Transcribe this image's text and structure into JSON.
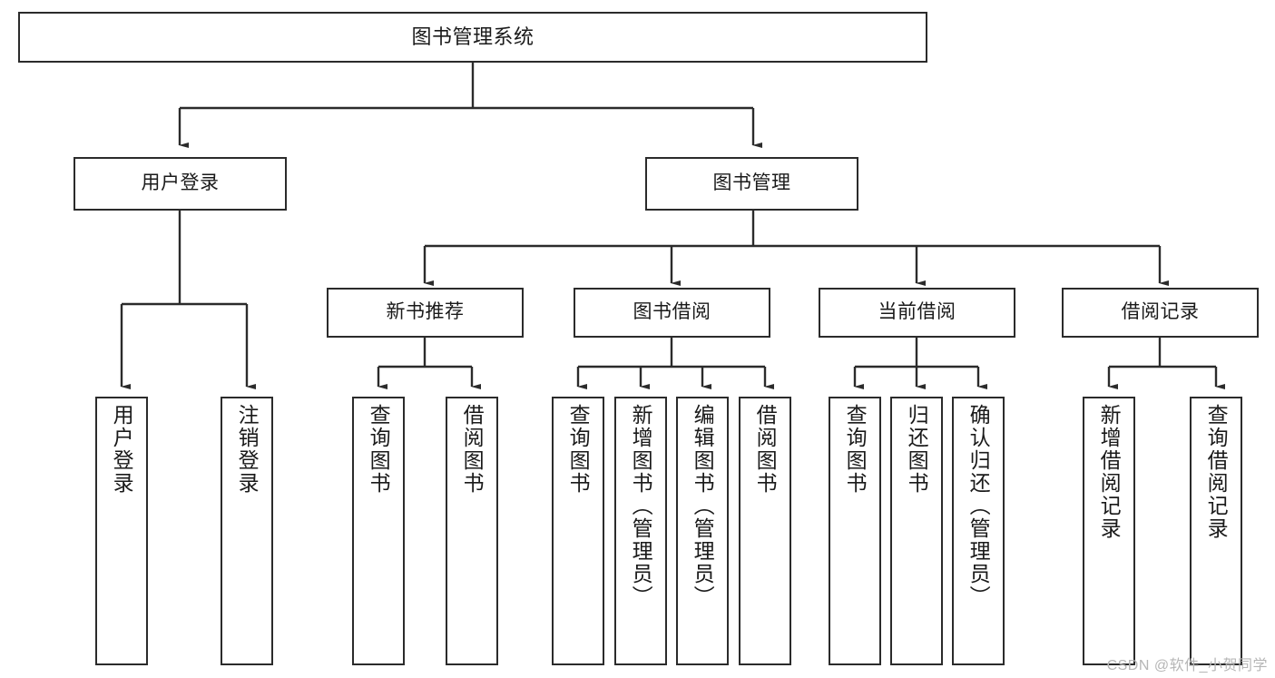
{
  "diagram": {
    "title": "图书管理系统",
    "watermark": "CSDN @软件_小贺同学",
    "colors": {
      "background": "#ffffff",
      "stroke": "#2b2b2b",
      "text": "#1a1a1a",
      "watermark": "#b6b6b6"
    },
    "levels": {
      "root": {
        "label": "图书管理系统"
      },
      "level2": [
        {
          "label": "用户登录"
        },
        {
          "label": "图书管理"
        }
      ],
      "level3": [
        {
          "label": "新书推荐"
        },
        {
          "label": "图书借阅"
        },
        {
          "label": "当前借阅"
        },
        {
          "label": "借阅记录"
        }
      ],
      "leaves": {
        "user_login": [
          {
            "label": "用户登录"
          },
          {
            "label": "注销登录"
          }
        ],
        "new_book_recommend": [
          {
            "label": "查询图书"
          },
          {
            "label": "借阅图书"
          }
        ],
        "book_borrow": [
          {
            "label": "查询图书"
          },
          {
            "label": "新增图书（管理员）"
          },
          {
            "label": "编辑图书（管理员）"
          },
          {
            "label": "借阅图书"
          }
        ],
        "current_borrow": [
          {
            "label": "查询图书"
          },
          {
            "label": "归还图书"
          },
          {
            "label": "确认归还（管理员）"
          }
        ],
        "borrow_record": [
          {
            "label": "新增借阅记录"
          },
          {
            "label": "查询借阅记录"
          }
        ]
      }
    }
  }
}
